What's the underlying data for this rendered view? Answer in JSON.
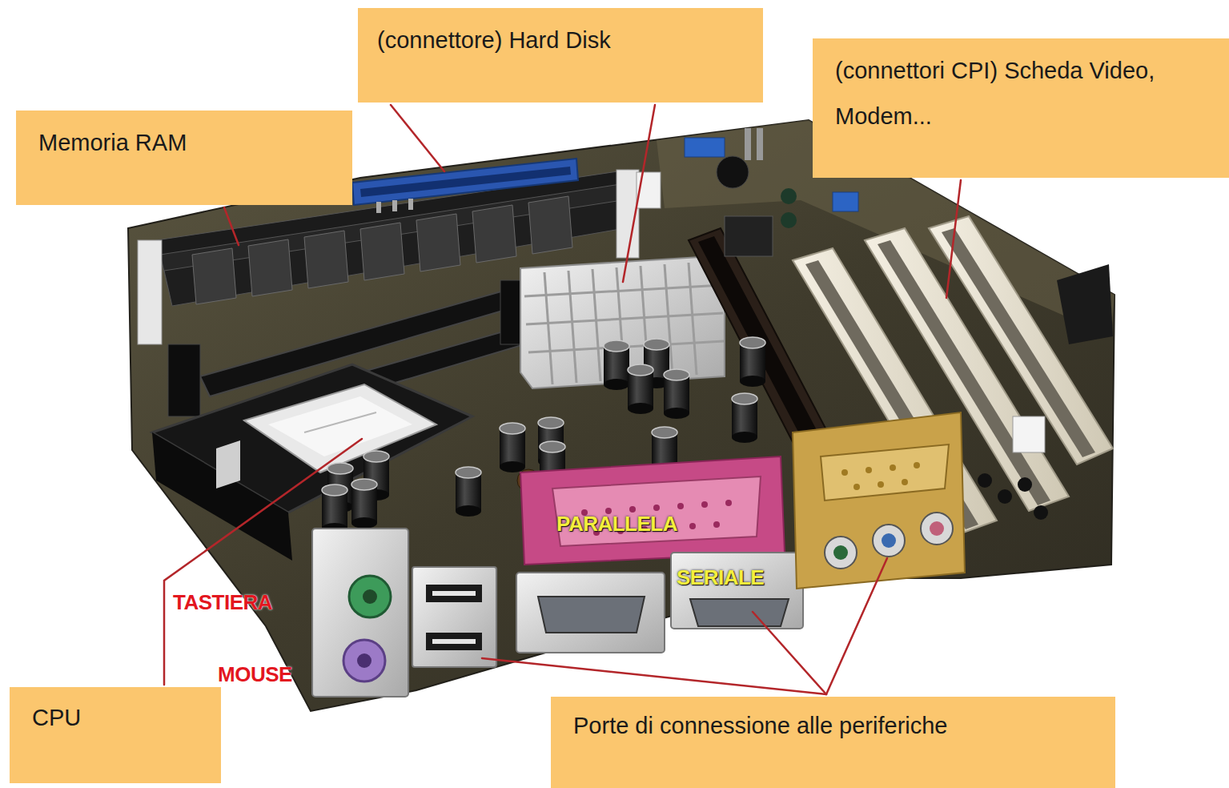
{
  "diagram": {
    "nodes": [
      {
        "text": [
          "(connettore) Hard Disk"
        ]
      },
      {
        "text": [
          "(connettori CPI) Scheda Video, Modem..."
        ]
      },
      {
        "text": [
          "Memoria RAM"
        ]
      },
      {
        "text": [
          "CPU"
        ]
      },
      {
        "text": [
          "Porte di connessione alle periferiche"
        ]
      }
    ],
    "labels": [
      "TASTIERA",
      "MOUSE",
      "PARALLELA",
      "SERIALE"
    ]
  }
}
